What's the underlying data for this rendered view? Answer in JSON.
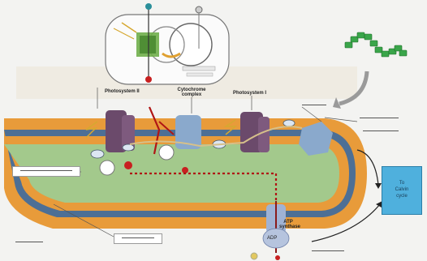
{
  "labels": {
    "photosystem_ii": "Photosystem II",
    "cytochrome_complex": "Cytochrome complex",
    "photosystem_i": "Photosystem I",
    "atp_synthase": "ATP synthase",
    "adp": "ADP",
    "cell_box": [
      "To",
      "Calvin",
      "cycle"
    ]
  },
  "colors": {
    "lumen": "#a3c98c",
    "stroma_membrane": "#e89b3a",
    "membrane_band": "#4d6f95",
    "protein": "#6b4a6b",
    "cytochrome": "#8aa9cc",
    "atp_synthase": "#9fb2d4",
    "electron_path": "#b01515",
    "cell_box": "#4fb0dd",
    "chlorophyll_chain": "#3aa54a"
  }
}
